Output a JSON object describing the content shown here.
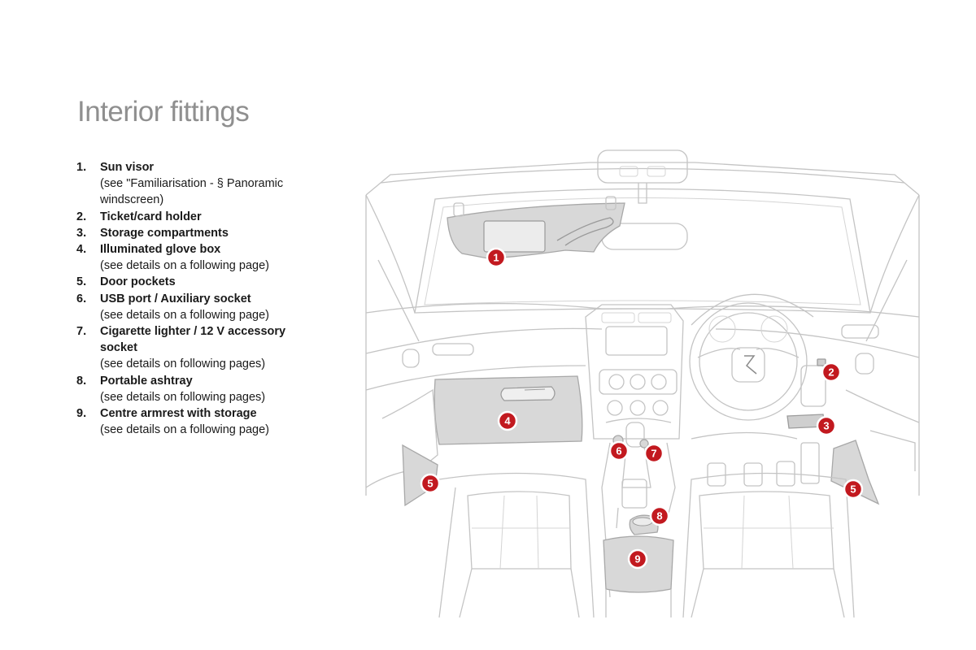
{
  "page": {
    "title": "Interior fittings"
  },
  "legend": [
    {
      "num": "1.",
      "label": "Sun visor",
      "detail": "(see \"Familiarisation - § Panoramic windscreen)"
    },
    {
      "num": "2.",
      "label": "Ticket/card holder",
      "detail": ""
    },
    {
      "num": "3.",
      "label": "Storage compartments",
      "detail": ""
    },
    {
      "num": "4.",
      "label": "Illuminated glove box",
      "detail": "(see details on a following page)"
    },
    {
      "num": "5.",
      "label": "Door pockets",
      "detail": ""
    },
    {
      "num": "6.",
      "label": "USB port / Auxiliary socket",
      "detail": "(see details on a following page)"
    },
    {
      "num": "7.",
      "label": "Cigarette lighter / 12 V accessory socket",
      "detail": "(see details on following pages)"
    },
    {
      "num": "8.",
      "label": "Portable ashtray",
      "detail": "(see details on following pages)"
    },
    {
      "num": "9.",
      "label": "Centre armrest with storage",
      "detail": "(see details on a following page)"
    }
  ],
  "callouts": {
    "c1": "1",
    "c2": "2",
    "c3": "3",
    "c4": "4",
    "c5a": "5",
    "c5b": "5",
    "c6": "6",
    "c7": "7",
    "c8": "8",
    "c9": "9"
  },
  "colors": {
    "callout": "#c2191f",
    "title": "#8f8f8f",
    "linework": "#c4c4c4",
    "highlight": "#d8d8d8"
  }
}
